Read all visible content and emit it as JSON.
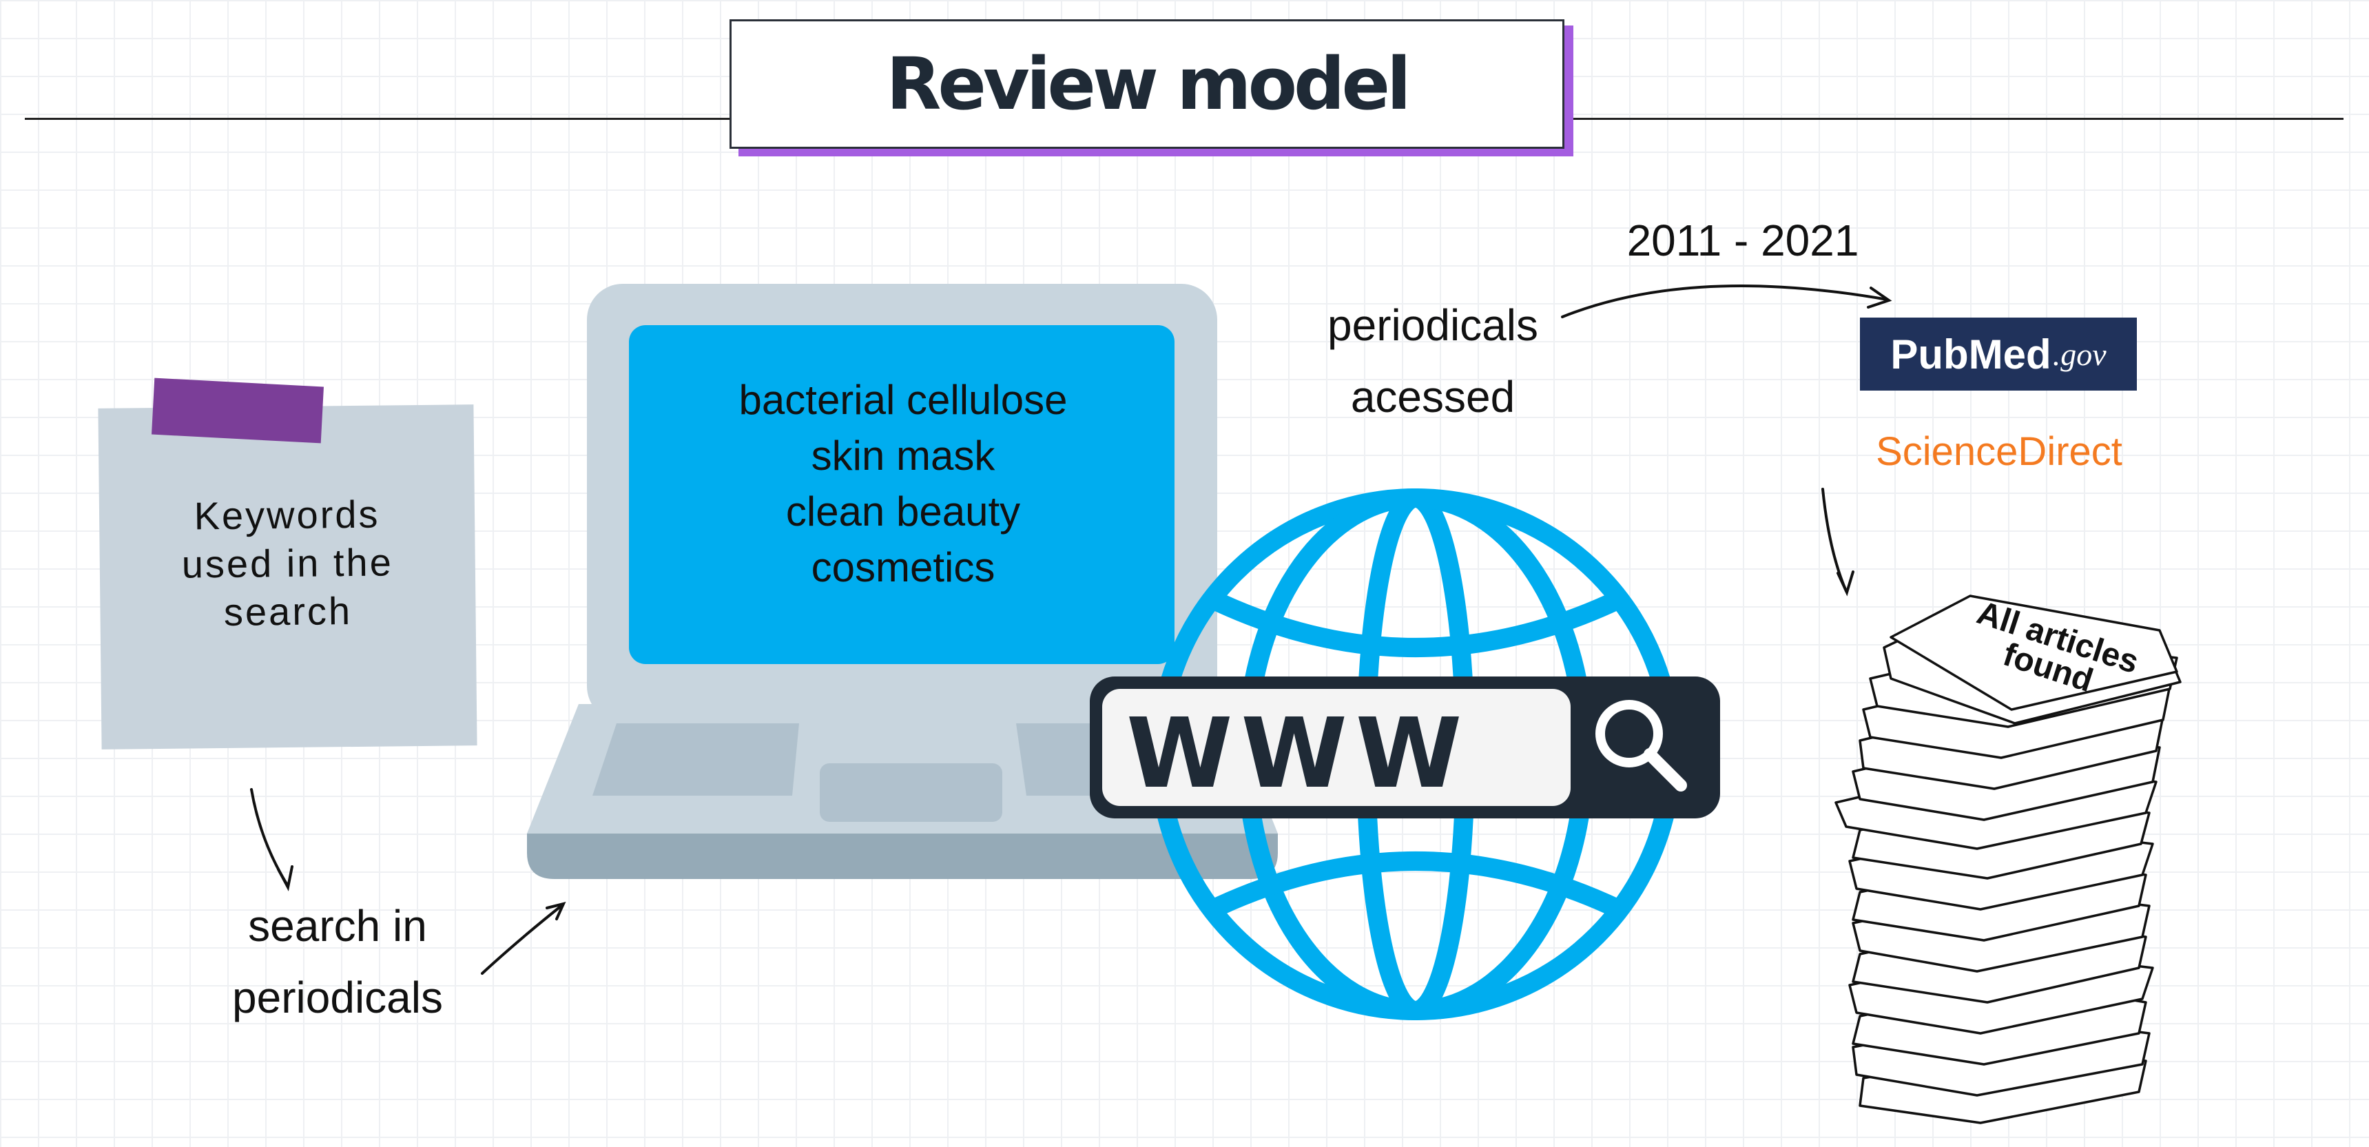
{
  "title": "Review model",
  "note": {
    "lines": [
      "Keywords",
      "used in the",
      "search"
    ]
  },
  "flow_labels": {
    "search_line1": "search in",
    "search_line2": "periodicals",
    "accessed_line1": "periodicals",
    "accessed_line2": "acessed",
    "years": "2011 - 2021"
  },
  "laptop_screen": {
    "keywords": [
      "bacterial cellulose",
      "skin mask",
      "clean beauty",
      "cosmetics"
    ]
  },
  "web_search_bar": {
    "text": "WWW",
    "icon": "search-icon"
  },
  "databases": {
    "pubmed_part1": "Pub",
    "pubmed_part2": "Med",
    "pubmed_suffix": ".gov",
    "sciencedirect": "ScienceDirect"
  },
  "result_stack": {
    "label_line1": "All articles",
    "label_line2": "found"
  },
  "colors": {
    "accent_purple": "#a45de0",
    "tape_purple": "#7b3e98",
    "screen_blue": "#00adef",
    "globe_blue": "#00adef",
    "laptop_gray": "#c8d5de",
    "pubmed_navy": "#20325b",
    "sciencedirect_orange": "#f47a20",
    "dark": "#1f2a36"
  }
}
